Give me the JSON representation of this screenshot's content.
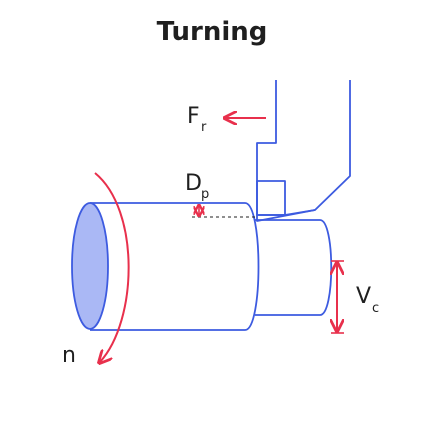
{
  "title": "Turning",
  "labels": {
    "feed_force": {
      "main": "F",
      "sub": "r"
    },
    "depth_of_cut": {
      "main": "D",
      "sub": "p"
    },
    "cutting_speed": {
      "main": "V",
      "sub": "c"
    },
    "rotation": "n"
  },
  "colors": {
    "outline": "#3d5be0",
    "face_fill": "#aab8f5",
    "arrow": "#e8304c",
    "text": "#1f1f1f"
  },
  "icons": {
    "tool": "cutting-tool-icon",
    "workpiece": "cylindrical-workpiece-icon"
  }
}
